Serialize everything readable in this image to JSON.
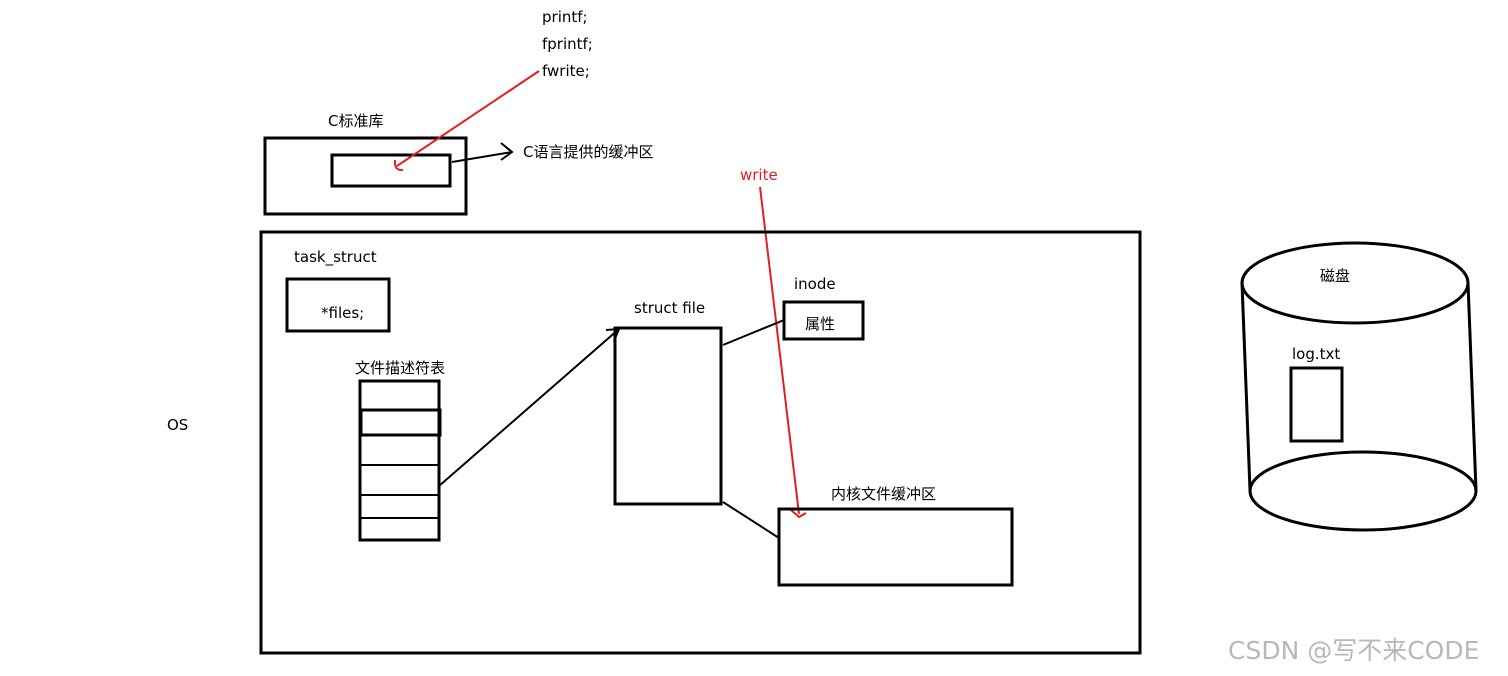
{
  "labels": {
    "printf": "printf;",
    "fprintf": "fprintf;",
    "fwrite": "fwrite;",
    "c_stdlib": "C标准库",
    "c_buffer": "C语言提供的缓冲区",
    "write": "write",
    "os": "OS",
    "task_struct": "task_struct",
    "files": "*files;",
    "fd_table": "文件描述符表",
    "struct_file": "struct file",
    "inode": "inode",
    "attributes": "属性",
    "kernel_buffer": "内核文件缓冲区",
    "disk": "磁盘",
    "log_txt": "log.txt"
  },
  "watermark": "CSDN @写不来CODE",
  "colors": {
    "stroke": "#000000",
    "accent_red": "#e02020",
    "watermark": "#b8b8b8"
  }
}
